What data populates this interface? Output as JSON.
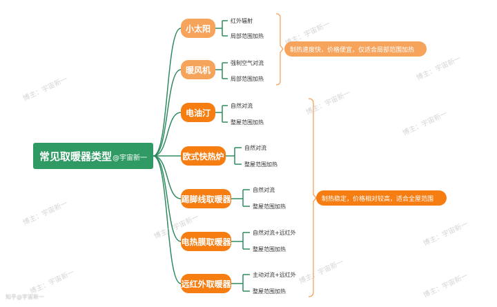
{
  "root": {
    "title": "常见取暖器类型",
    "handle": "@宇宙新一"
  },
  "branches": [
    {
      "label": "小太阳",
      "leaves": [
        "红外辐射",
        "局部范围加热"
      ]
    },
    {
      "label": "暖风机",
      "leaves": [
        "强制空气对流",
        "局部范围加热"
      ]
    },
    {
      "label": "电油汀",
      "leaves": [
        "自然对流",
        "整屋范围加热"
      ]
    },
    {
      "label": "欧式快热炉",
      "leaves": [
        "自然对流",
        "整屋范围加热"
      ]
    },
    {
      "label": "踢脚线取暖器",
      "leaves": [
        "自然对流",
        "整屋范围加热"
      ]
    },
    {
      "label": "电热膜取暖器",
      "leaves": [
        "自然对流+远红外",
        "整屋范围加热"
      ]
    },
    {
      "label": "远红外取暖器",
      "leaves": [
        "主动对流+远红外",
        "整屋范围加热"
      ]
    }
  ],
  "summaries": [
    {
      "text": "制热速度快，价格便宜，仅适合局部范围加热",
      "color": "#f6a35c"
    },
    {
      "text": "制热稳定，价格相对较高，适合全屋范围",
      "color": "#f57d12"
    }
  ],
  "watermark": "博主：宇宙新一",
  "footer_watermark": "知乎@宇宙新一"
}
